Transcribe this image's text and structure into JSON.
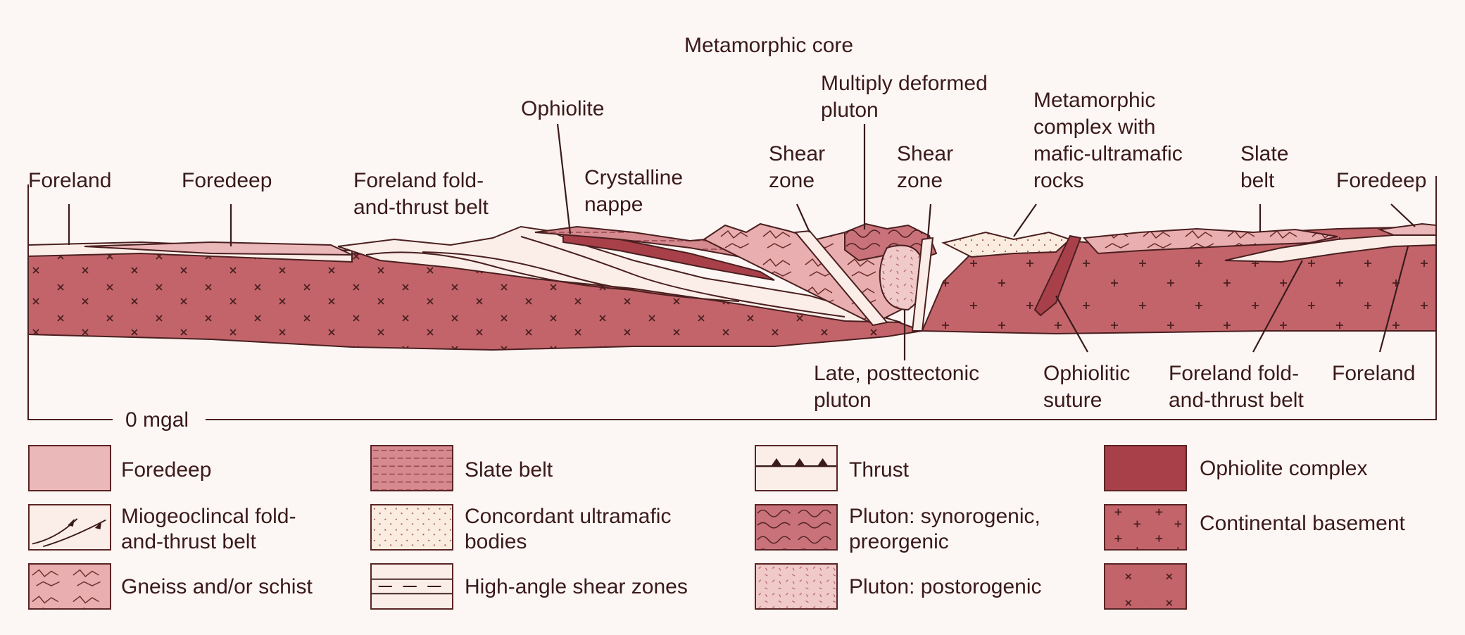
{
  "labels": {
    "foreland_left": "Foreland",
    "foredeep_left": "Foredeep",
    "foreland_fold_left": "Foreland fold-\nand-thrust belt",
    "ophiolite": "Ophiolite",
    "crystalline_nappe": "Crystalline\nnappe",
    "metamorphic_core": "Metamorphic core",
    "multiply_deformed_pluton": "Multiply deformed\npluton",
    "shear_zone_left": "Shear\nzone",
    "shear_zone_right": "Shear\nzone",
    "metamorphic_complex": "Metamorphic\ncomplex with\nmafic-ultramafic\nrocks",
    "slate_belt": "Slate\nbelt",
    "foredeep_right": "Foredeep",
    "late_pluton": "Late, posttectonic\npluton",
    "ophiolitic_suture": "Ophiolitic\nsuture",
    "foreland_fold_right": "Foreland fold-\nand-thrust belt",
    "foreland_right": "Foreland",
    "gravity": "0 mgal"
  },
  "legend": [
    {
      "label": "Foredeep",
      "pattern": "foredeep"
    },
    {
      "label": "Miogeoclincal fold-\nand-thrust belt",
      "pattern": "mio"
    },
    {
      "label": "Gneiss and/or schist",
      "pattern": "gneiss"
    },
    {
      "label": "Slate belt",
      "pattern": "slate"
    },
    {
      "label": "Concordant ultramafic\nbodies",
      "pattern": "ultramafic"
    },
    {
      "label": "High-angle shear zones",
      "pattern": "shear"
    },
    {
      "label": "Thrust",
      "pattern": "thrust"
    },
    {
      "label": "Pluton: synorogenic,\npreorgenic",
      "pattern": "synorogenic"
    },
    {
      "label": "Pluton: postorogenic",
      "pattern": "postorogenic"
    },
    {
      "label": "Ophiolite complex",
      "pattern": "ophiolite"
    },
    {
      "label": "Continental basement",
      "pattern": "basement"
    },
    {
      "label": "",
      "pattern": "xbasement"
    }
  ],
  "colors": {
    "basement": "#c3646b",
    "foredeep": "#ebb8ba",
    "slate": "#d58a8f",
    "ophiolite": "#a8404a",
    "pluton_syn": "#c9727a",
    "pluton_post": "#f0c9c9",
    "ultramafic": "#faecdf",
    "gneiss": "#e9aeb0",
    "ink": "#3a1a1a",
    "background": "#fcf7f4"
  }
}
